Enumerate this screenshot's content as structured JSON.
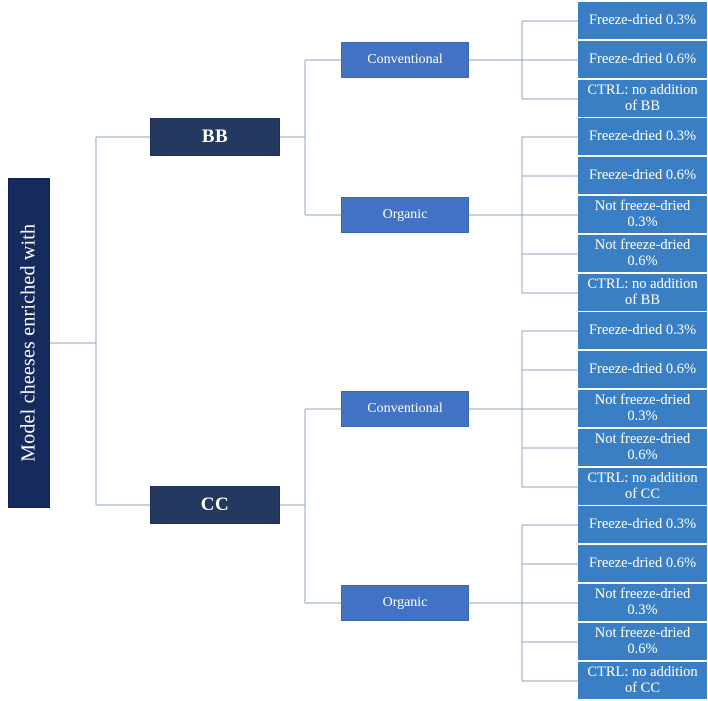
{
  "diagram": {
    "type": "tree",
    "orientation": "left-to-right",
    "title": "Model cheeses enriched with",
    "colors": {
      "root_fill": "#152b5e",
      "level2_fill": "#23395f",
      "level3_fill": "#4272c4",
      "leaf_fill": "#3a7fc4",
      "connector": "#8fa5c4",
      "text": "#ffffff",
      "background": "#ffffff"
    },
    "root": {
      "label": "Model cheeses enriched with"
    },
    "level2": [
      {
        "id": "bb",
        "label": "BB"
      },
      {
        "id": "cc",
        "label": "CC"
      }
    ],
    "level3": [
      {
        "id": "bb-conventional",
        "parent": "bb",
        "label": "Conventional"
      },
      {
        "id": "bb-organic",
        "parent": "bb",
        "label": "Organic"
      },
      {
        "id": "cc-conventional",
        "parent": "cc",
        "label": "Conventional"
      },
      {
        "id": "cc-organic",
        "parent": "cc",
        "label": "Organic"
      }
    ],
    "leaf_groups": [
      {
        "id": "bb-conventional-leaves",
        "parent": "bb-conventional",
        "leaves": [
          {
            "line1": "Freeze-dried 0.3%",
            "line2": ""
          },
          {
            "line1": "Freeze-dried 0.6%",
            "line2": ""
          },
          {
            "line1": "CTRL: no addition",
            "line2": "of BB"
          }
        ]
      },
      {
        "id": "bb-organic-leaves",
        "parent": "bb-organic",
        "leaves": [
          {
            "line1": "Freeze-dried 0.3%",
            "line2": ""
          },
          {
            "line1": "Freeze-dried 0.6%",
            "line2": ""
          },
          {
            "line1": "Not freeze-dried",
            "line2": "0.3%"
          },
          {
            "line1": "Not freeze-dried",
            "line2": "0.6%"
          },
          {
            "line1": "CTRL: no addition",
            "line2": "of BB"
          }
        ]
      },
      {
        "id": "cc-conventional-leaves",
        "parent": "cc-conventional",
        "leaves": [
          {
            "line1": "Freeze-dried 0.3%",
            "line2": ""
          },
          {
            "line1": "Freeze-dried 0.6%",
            "line2": ""
          },
          {
            "line1": "Not freeze-dried",
            "line2": "0.3%"
          },
          {
            "line1": "Not freeze-dried",
            "line2": "0.6%"
          },
          {
            "line1": "CTRL: no addition",
            "line2": "of CC"
          }
        ]
      },
      {
        "id": "cc-organic-leaves",
        "parent": "cc-organic",
        "leaves": [
          {
            "line1": "Freeze-dried 0.3%",
            "line2": ""
          },
          {
            "line1": "Freeze-dried 0.6%",
            "line2": ""
          },
          {
            "line1": "Not freeze-dried",
            "line2": "0.3%"
          },
          {
            "line1": "Not freeze-dried",
            "line2": "0.6%"
          },
          {
            "line1": "CTRL: no addition",
            "line2": "of CC"
          }
        ]
      }
    ]
  }
}
